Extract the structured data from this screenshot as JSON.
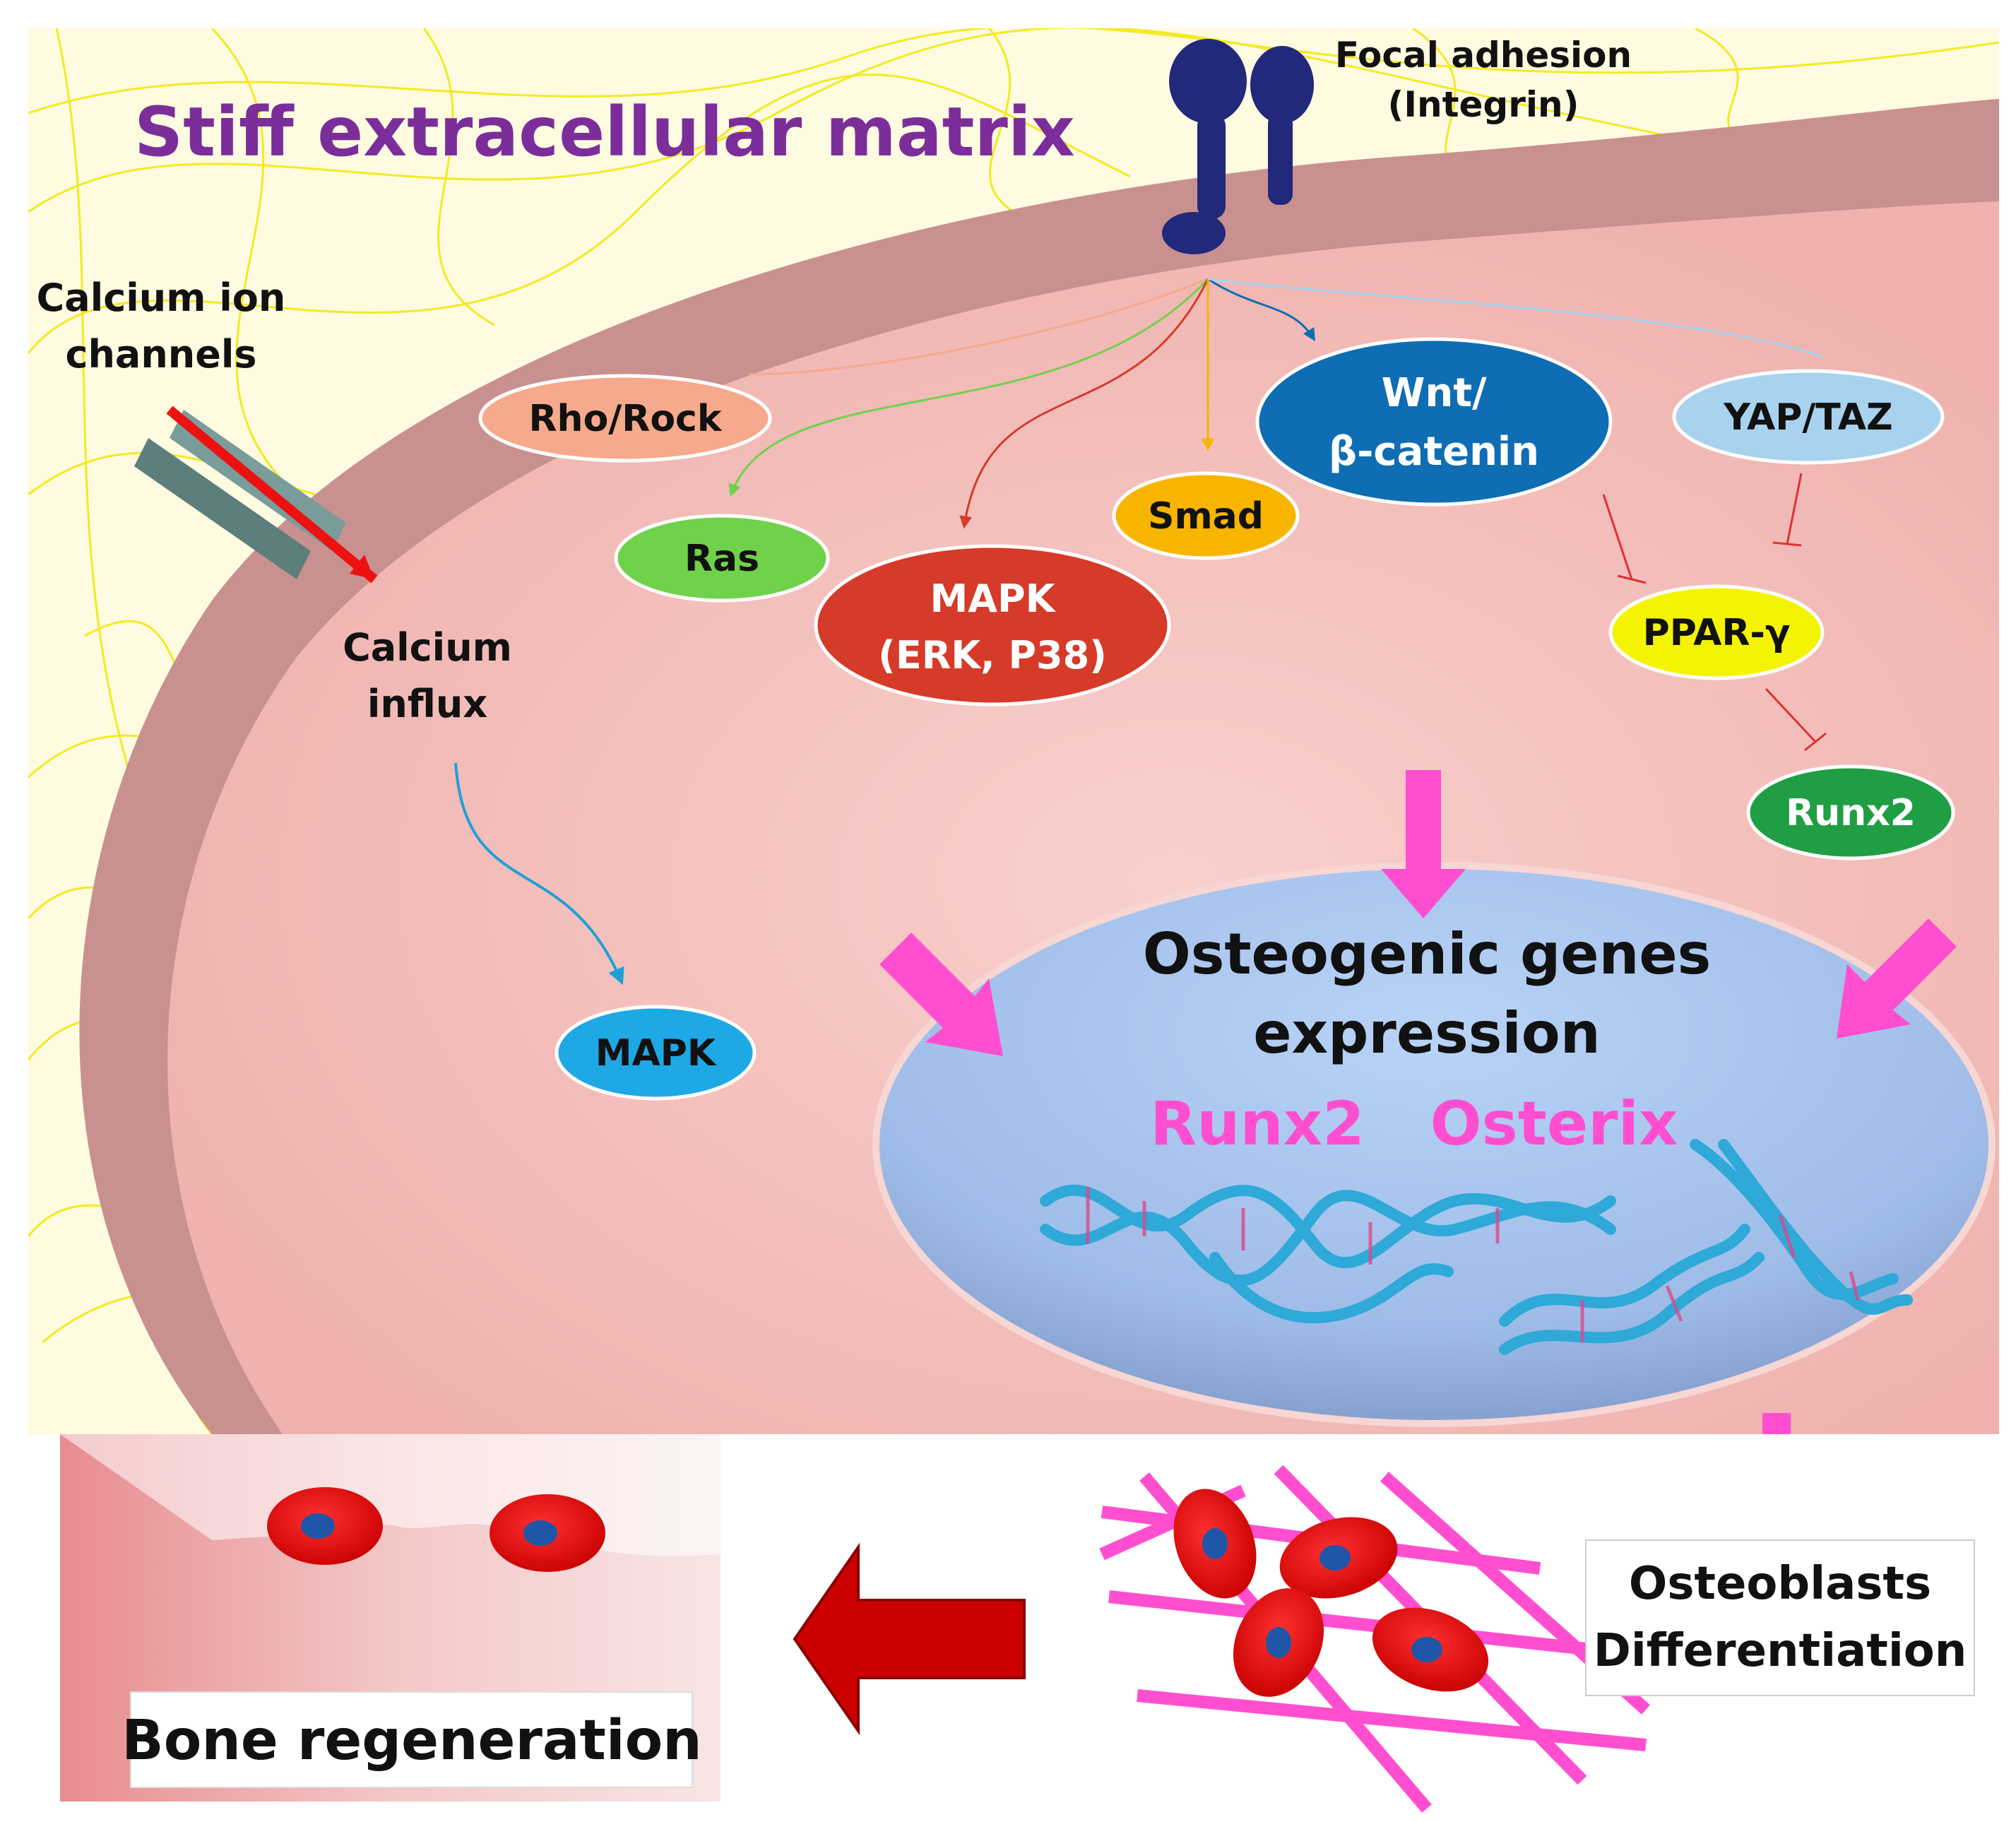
{
  "colors": {
    "matrix_title": "#7b2e9a",
    "cell": "#f2b9b6",
    "membrane": "#c8918f",
    "nucleus": "#a9c6ef",
    "pink_arrow": "#ff4fd0",
    "red_arrow": "#d40000",
    "dna": "#2ea9d8",
    "matrix_fiber": "#f2e800",
    "integrin": "#22287a"
  },
  "labels": {
    "matrix_title": "Stiff extracellular matrix",
    "focal_adhesion_1": "Focal adhesion",
    "focal_adhesion_2": "(Integrin)",
    "calcium_channels_1": "Calcium ion",
    "calcium_channels_2": "channels",
    "calcium_influx_1": "Calcium",
    "calcium_influx_2": "influx",
    "nucleus_title_1": "Osteogenic genes",
    "nucleus_title_2": "expression",
    "gene_runx2": "Runx2",
    "gene_osterix": "Osterix",
    "osteoblasts_1": "Osteoblasts",
    "osteoblasts_2": "Differentiation",
    "bone_regeneration": "Bone regeneration"
  },
  "nodes": {
    "rho_rock": {
      "label": "Rho/Rock",
      "color": "#f6a98c"
    },
    "ras": {
      "label": "Ras",
      "color": "#6fd24a"
    },
    "mapk_erk_1": {
      "label": "MAPK",
      "color": "#d63a28"
    },
    "mapk_erk_2": {
      "label": "(ERK, P38)"
    },
    "smad": {
      "label": "Smad",
      "color": "#f7b500"
    },
    "wnt_1": {
      "label": "Wnt/",
      "color": "#0f6db3"
    },
    "wnt_2": {
      "label": "β-catenin"
    },
    "yap_taz": {
      "label": "YAP/TAZ",
      "color": "#a9d2ee"
    },
    "ppar": {
      "label": "PPAR-γ",
      "color": "#f4f400"
    },
    "runx2": {
      "label": "Runx2",
      "color": "#1f9e44"
    },
    "mapk": {
      "label": "MAPK",
      "color": "#1ea8e6"
    }
  }
}
